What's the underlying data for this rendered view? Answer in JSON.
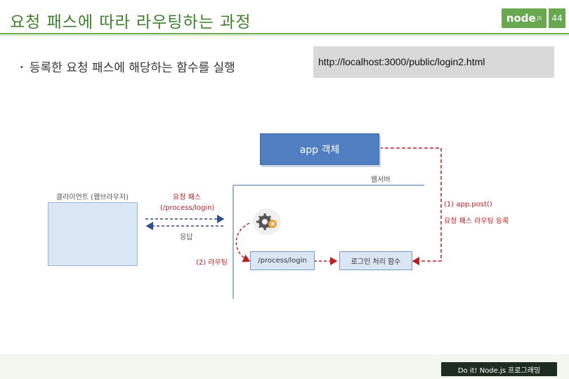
{
  "header": {
    "title": "요청 패스에 따라 라우팅하는 과정",
    "logo_text": "node",
    "logo_suffix": "JS",
    "page_number": "44"
  },
  "content": {
    "bullet": "등록한 요청 패스에 해당하는 함수를 실행",
    "url": "http://localhost:3000/public/login2.html"
  },
  "diagram": {
    "app_box": "app 객체",
    "webserver_label": "웹서버",
    "client_label": "클라이언트 (웹브라우저)",
    "request_path_label": "요청 패스",
    "request_path_value": "(/process/login)",
    "response_label": "응답",
    "routing_label": "(2) 라우팅",
    "path_box": "/process/login",
    "handler_box": "로그인 처리 함수",
    "app_post_label": "(1) app.post()",
    "register_label": "요청 패스 라우팅 등록"
  },
  "footer": {
    "text": "Do it! Node.js 프로그래밍"
  },
  "colors": {
    "accent_green": "#6aa84f",
    "title_green": "#3f7f2c",
    "app_blue": "#4f7fc0",
    "arrow_red": "#b72025",
    "arrow_blue": "#2f4f8f"
  }
}
